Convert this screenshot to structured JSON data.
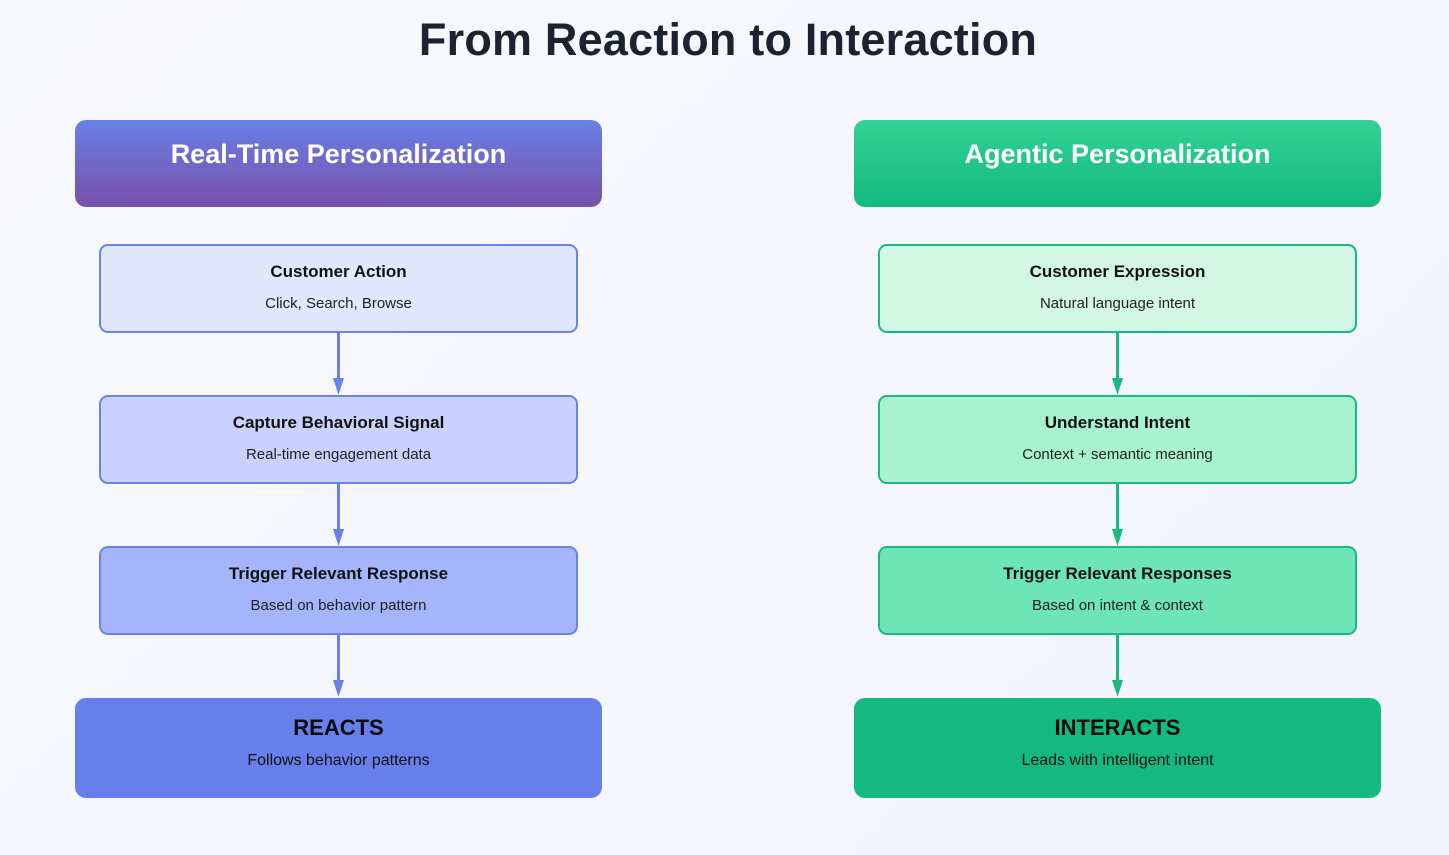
{
  "title": "From Reaction to Interaction",
  "colors": {
    "left_accent": "#6a82e7",
    "right_accent": "#1ab983",
    "title_text": "#1c2230"
  },
  "left": {
    "header": "Real-Time Personalization",
    "steps": [
      {
        "title": "Customer Action",
        "subtitle": "Click, Search, Browse"
      },
      {
        "title": "Capture Behavioral Signal",
        "subtitle": "Real-time engagement data"
      },
      {
        "title": "Trigger Relevant Response",
        "subtitle": "Based on behavior pattern"
      }
    ],
    "result": {
      "title": "REACTS",
      "subtitle": "Follows behavior patterns"
    }
  },
  "right": {
    "header": "Agentic Personalization",
    "steps": [
      {
        "title": "Customer Expression",
        "subtitle": "Natural language intent"
      },
      {
        "title": "Understand Intent",
        "subtitle": "Context + semantic meaning"
      },
      {
        "title": "Trigger Relevant Responses",
        "subtitle": "Based on intent & context"
      }
    ],
    "result": {
      "title": "INTERACTS",
      "subtitle": "Leads with intelligent intent"
    }
  }
}
